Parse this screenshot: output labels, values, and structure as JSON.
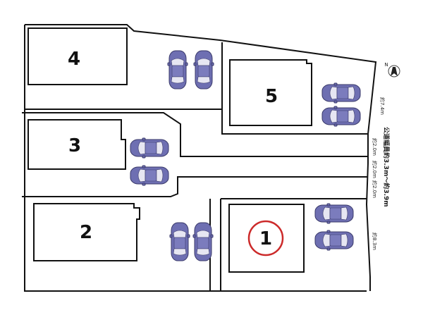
{
  "lots": [
    {
      "id": "lot-1",
      "number": "1",
      "highlighted": true
    },
    {
      "id": "lot-2",
      "number": "2",
      "highlighted": false
    },
    {
      "id": "lot-3",
      "number": "3",
      "highlighted": false
    },
    {
      "id": "lot-4",
      "number": "4",
      "highlighted": false
    },
    {
      "id": "lot-5",
      "number": "5",
      "highlighted": false
    }
  ],
  "dimensions": {
    "lot5_frontage": "約7.4m",
    "access_upper": "約2.0m",
    "access_mid": "約2.0m",
    "access_lower": "約2.0m",
    "lot1_frontage": "約8.3m"
  },
  "road": {
    "label": "公道幅員約3.3m～約3.9m"
  },
  "compass": {
    "symbol": "N",
    "icon": "north-arrow-icon"
  },
  "colors": {
    "car": "#6e6fb2",
    "highlight": "#cc2a2a",
    "line": "#111111"
  }
}
